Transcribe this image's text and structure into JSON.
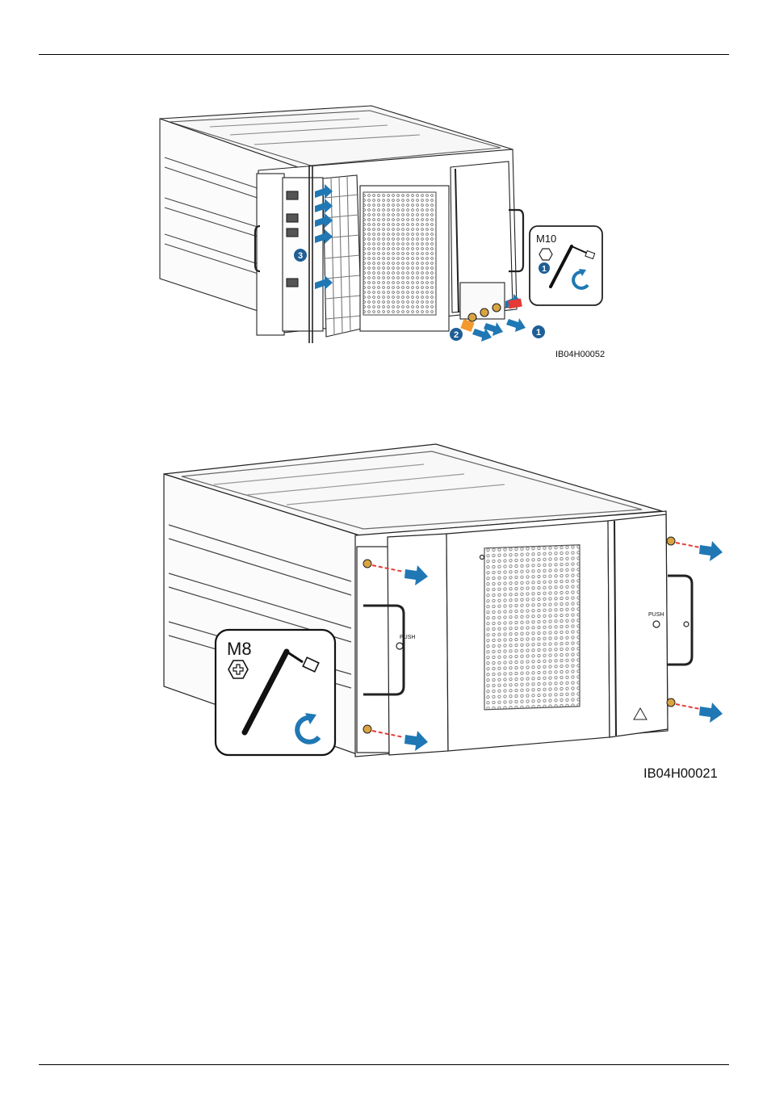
{
  "figures": [
    {
      "id": "figure-1",
      "code": "IB04H00052",
      "tool": {
        "size_label": "M10",
        "head": "hexagon",
        "rotation": "counterclockwise"
      },
      "steps": [
        "1",
        "2",
        "3"
      ],
      "colors": {
        "arrow": "#1f78b4",
        "step_badge": "#1f5f95",
        "orange_marker": "#f29a2e",
        "red_marker": "#e53935"
      }
    },
    {
      "id": "figure-2",
      "code": "IB04H00021",
      "tool": {
        "size_label": "M8",
        "head": "phillips",
        "rotation": "counterclockwise"
      },
      "panel_labels": {
        "left_push": "PUSH",
        "right_push": "PUSH"
      },
      "colors": {
        "arrow": "#1f78b4",
        "screw": "#d9a441",
        "dash": "#e53935"
      }
    }
  ]
}
